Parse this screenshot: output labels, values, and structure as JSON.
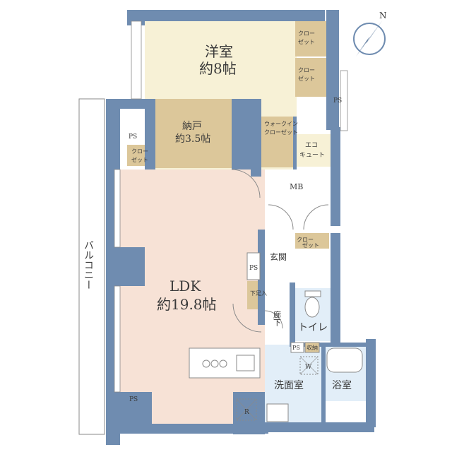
{
  "colors": {
    "wall": "#6f8cb0",
    "yoshitsu": "#f7f1d6",
    "nando": "#dcc79a",
    "closet": "#dcc79a",
    "ldk": "#f7e2d6",
    "wet": "#e2eef8",
    "ext": "#ffffff",
    "line": "#8a8a8a"
  },
  "rooms": {
    "yoshitsu_name": "洋室",
    "yoshitsu_size": "約8帖",
    "nando_name": "納戸",
    "nando_size": "約3.5帖",
    "ldk_name": "LDK",
    "ldk_size": "約19.8帖",
    "balcony": "バルコニー",
    "genkan": "玄関",
    "rouka": "廊下",
    "toilet": "トイレ",
    "senmen": "洗面室",
    "yokushitsu": "浴室"
  },
  "labels": {
    "ps": "PS",
    "mb": "MB",
    "closet_a1": "クロー",
    "closet_a2": "ゼット",
    "wic_1": "ウォークイン",
    "wic_2": "クローゼット",
    "eco_1": "エコ",
    "eco_2": "キュート",
    "getabako": "下足入",
    "shuno": "収納",
    "w": "W",
    "r": "R"
  },
  "compass": {
    "letter": "N"
  }
}
